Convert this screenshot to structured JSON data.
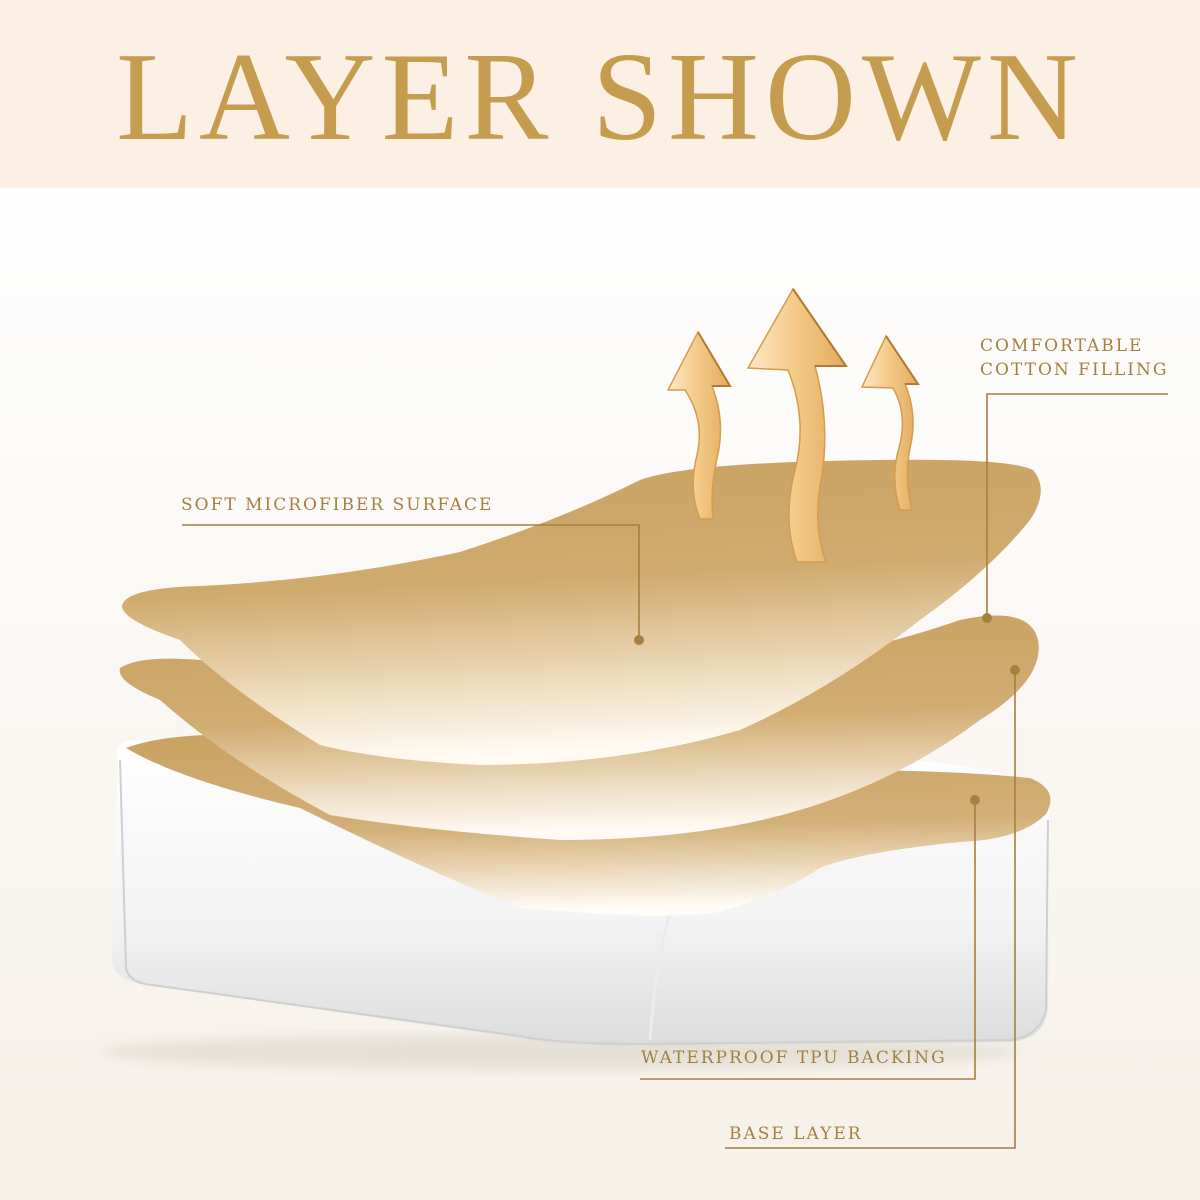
{
  "title": "LAYER SHOWN",
  "colors": {
    "gold": "#c69c4e",
    "label_gold": "#a58040",
    "header_bg": "#fbf0e3",
    "base_white": "#ffffff"
  },
  "labels": {
    "soft_microfiber": "SOFT MICROFIBER SURFACE",
    "cotton_line1": "COMFORTABLE",
    "cotton_line2": "COTTON FILLING",
    "waterproof": "WATERPROOF TPU BACKING",
    "base": "BASE LAYER"
  },
  "icons": [
    "breathable-arrow-icon",
    "breathable-arrow-icon",
    "breathable-arrow-icon"
  ]
}
